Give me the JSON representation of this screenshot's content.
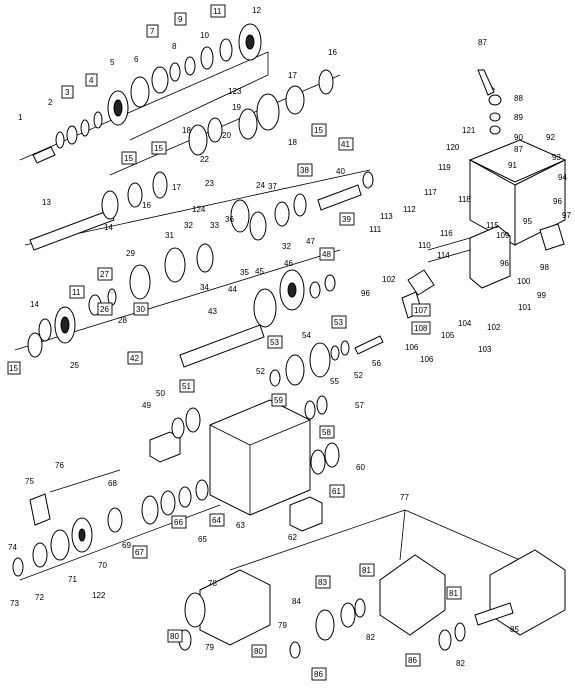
{
  "callouts": {
    "plain": [
      "1",
      "2",
      "3",
      "4",
      "5",
      "6",
      "8",
      "10",
      "12",
      "13",
      "14",
      "16",
      "17",
      "18",
      "19",
      "20",
      "22",
      "23",
      "24",
      "25",
      "28",
      "29",
      "31",
      "32",
      "33",
      "34",
      "35",
      "36",
      "37",
      "40",
      "43",
      "44",
      "45",
      "46",
      "47",
      "49",
      "50",
      "52",
      "54",
      "55",
      "56",
      "57",
      "60",
      "62",
      "63",
      "65",
      "68",
      "69",
      "70",
      "71",
      "72",
      "73",
      "74",
      "75",
      "76",
      "77",
      "78",
      "79",
      "82",
      "84",
      "85",
      "87",
      "88",
      "89",
      "90",
      "91",
      "92",
      "93",
      "94",
      "95",
      "96",
      "97",
      "98",
      "99",
      "100",
      "101",
      "102",
      "103",
      "104",
      "105",
      "106",
      "109",
      "110",
      "111",
      "112",
      "113",
      "114",
      "115",
      "116",
      "117",
      "118",
      "119",
      "120",
      "121",
      "122",
      "123",
      "124"
    ],
    "boxed": [
      "3",
      "4",
      "7",
      "9",
      "11",
      "15",
      "26",
      "27",
      "30",
      "38",
      "39",
      "41",
      "42",
      "48",
      "51",
      "53",
      "58",
      "59",
      "61",
      "64",
      "66",
      "67",
      "80",
      "81",
      "83",
      "86",
      "107",
      "108"
    ]
  },
  "labels": {
    "c1": "1",
    "c2": "2",
    "c3": "3",
    "c4": "4",
    "c5": "5",
    "c6": "6",
    "c7": "7",
    "c8": "8",
    "c9": "9",
    "c10": "10",
    "c11": "11",
    "c12": "12",
    "c13": "13",
    "c14": "14",
    "c15": "15",
    "c15b": "15",
    "c16": "16",
    "c16b": "16",
    "c17": "17",
    "c17b": "17",
    "c18": "18",
    "c18b": "18",
    "c19": "19",
    "c20": "20",
    "c22": "22",
    "c23": "23",
    "c24": "24",
    "c123": "123",
    "c124": "124",
    "c31": "31",
    "c32": "32",
    "c32b": "32",
    "c33": "33",
    "c36": "36",
    "c37": "37",
    "c38": "38",
    "c39": "39",
    "c40": "40",
    "c41": "41",
    "c11b": "11",
    "c14b": "14",
    "c15c": "15",
    "c25": "25",
    "c26": "26",
    "c27": "27",
    "c28": "28",
    "c29": "29",
    "c30": "30",
    "c34": "34",
    "c35": "35",
    "c44": "44",
    "c42": "42",
    "c43": "43",
    "c45": "45",
    "c46": "46",
    "c47": "47",
    "c48": "48",
    "c52": "52",
    "c52b": "52",
    "c53": "53",
    "c53b": "53",
    "c54": "54",
    "c55": "55",
    "c56": "56",
    "c49": "49",
    "c50": "50",
    "c51": "51",
    "c57": "57",
    "c58": "58",
    "c59": "59",
    "c60": "60",
    "c61": "61",
    "c62": "62",
    "c63": "63",
    "c64": "64",
    "c65": "65",
    "c66": "66",
    "c67": "67",
    "c68": "68",
    "c69": "69",
    "c70": "70",
    "c71": "71",
    "c72": "72",
    "c73": "73",
    "c74": "74",
    "c75": "75",
    "c76": "76",
    "c122": "122",
    "c77": "77",
    "c78": "78",
    "c79": "79",
    "c79b": "79",
    "c80": "80",
    "c80b": "80",
    "c81": "81",
    "c81b": "81",
    "c82": "82",
    "c82b": "82",
    "c83": "83",
    "c84": "84",
    "c85": "85",
    "c86": "86",
    "c86b": "86",
    "c87": "87",
    "c87b": "87",
    "c88": "88",
    "c89": "89",
    "c90": "90",
    "c91": "91",
    "c92": "92",
    "c93": "93",
    "c94": "94",
    "c95": "95",
    "c96": "96",
    "c96b": "96",
    "c96c": "96",
    "c97": "97",
    "c98": "98",
    "c99": "99",
    "c100": "100",
    "c101": "101",
    "c102": "102",
    "c102b": "102",
    "c103": "103",
    "c104": "104",
    "c105": "105",
    "c106": "106",
    "c106b": "106",
    "c107": "107",
    "c108": "108",
    "c109": "109",
    "c110": "110",
    "c111": "111",
    "c112": "112",
    "c113": "113",
    "c114": "114",
    "c115": "115",
    "c116": "116",
    "c117": "117",
    "c118": "118",
    "c119": "119",
    "c120": "120",
    "c121": "121"
  }
}
